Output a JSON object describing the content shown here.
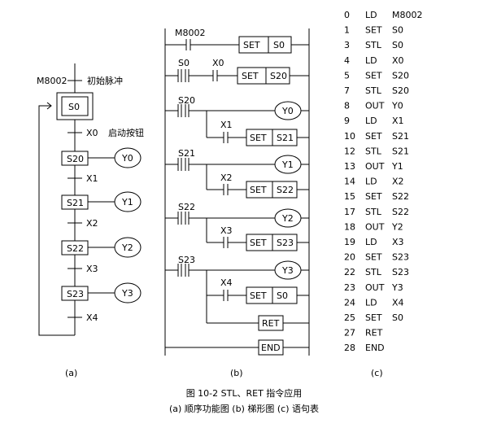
{
  "sfc": {
    "init_contact": "M8002",
    "init_note": "初始脉冲",
    "init_step": "S0",
    "t0": "X0",
    "t0_note": "启动按钮",
    "steps": [
      {
        "step": "S20",
        "out": "Y0"
      },
      {
        "step": "S21",
        "out": "Y1"
      },
      {
        "step": "S22",
        "out": "Y2"
      },
      {
        "step": "S23",
        "out": "Y3"
      }
    ],
    "transitions": [
      "X1",
      "X2",
      "X3",
      "X4"
    ],
    "label": "(a)"
  },
  "ladder": {
    "r0_contact": "M8002",
    "r0_set": "SET",
    "r0_target": "S0",
    "r1_stl": "S0",
    "r1_contact": "X0",
    "r1_set": "SET",
    "r1_target": "S20",
    "blocks": [
      {
        "stl": "S20",
        "coil": "Y0",
        "contact": "X1",
        "set": "SET",
        "target": "S21"
      },
      {
        "stl": "S21",
        "coil": "Y1",
        "contact": "X2",
        "set": "SET",
        "target": "S22"
      },
      {
        "stl": "S22",
        "coil": "Y2",
        "contact": "X3",
        "set": "SET",
        "target": "S23"
      },
      {
        "stl": "S23",
        "coil": "Y3",
        "contact": "X4",
        "set": "SET",
        "target": "S0"
      }
    ],
    "ret": "RET",
    "end": "END",
    "label": "(b)"
  },
  "statements": [
    {
      "n": "0",
      "op": "LD",
      "arg": "M8002"
    },
    {
      "n": "1",
      "op": "SET",
      "arg": "S0"
    },
    {
      "n": "3",
      "op": "STL",
      "arg": "S0"
    },
    {
      "n": "4",
      "op": "LD",
      "arg": "X0"
    },
    {
      "n": "5",
      "op": "SET",
      "arg": "S20"
    },
    {
      "n": "7",
      "op": "STL",
      "arg": "S20"
    },
    {
      "n": "8",
      "op": "OUT",
      "arg": "Y0"
    },
    {
      "n": "9",
      "op": "LD",
      "arg": "X1"
    },
    {
      "n": "10",
      "op": "SET",
      "arg": "S21"
    },
    {
      "n": "12",
      "op": "STL",
      "arg": "S21"
    },
    {
      "n": "13",
      "op": "OUT",
      "arg": "Y1"
    },
    {
      "n": "14",
      "op": "LD",
      "arg": "X2"
    },
    {
      "n": "15",
      "op": "SET",
      "arg": "S22"
    },
    {
      "n": "17",
      "op": "STL",
      "arg": "S22"
    },
    {
      "n": "18",
      "op": "OUT",
      "arg": "Y2"
    },
    {
      "n": "19",
      "op": "LD",
      "arg": "X3"
    },
    {
      "n": "20",
      "op": "SET",
      "arg": "S23"
    },
    {
      "n": "22",
      "op": "STL",
      "arg": "S23"
    },
    {
      "n": "23",
      "op": "OUT",
      "arg": "Y3"
    },
    {
      "n": "24",
      "op": "LD",
      "arg": "X4"
    },
    {
      "n": "25",
      "op": "SET",
      "arg": "S0"
    },
    {
      "n": "27",
      "op": "RET",
      "arg": ""
    },
    {
      "n": "28",
      "op": "END",
      "arg": ""
    }
  ],
  "statements_label": "(c)",
  "caption": {
    "title": "图 10-2   STL、RET 指令应用",
    "sub": "(a) 顺序功能图      (b) 梯形图      (c) 语句表"
  }
}
